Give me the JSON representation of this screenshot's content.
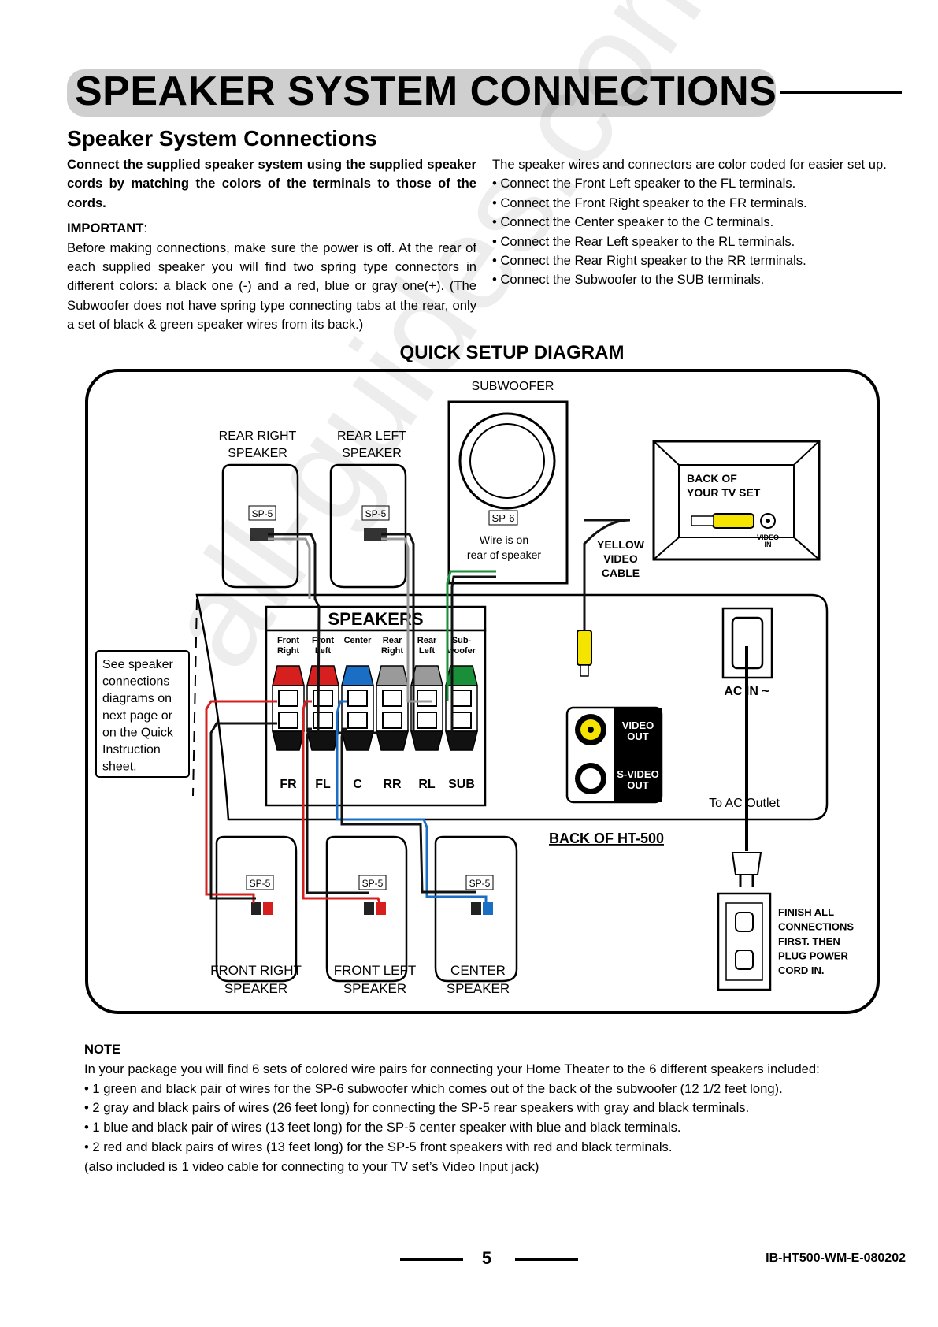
{
  "header": {
    "banner_title": "SPEAKER  SYSTEM CONNECTIONS",
    "subtitle": "Speaker  System  Connections"
  },
  "left_column": {
    "intro_bold": "Connect the supplied speaker system using the supplied speaker cords by matching the colors of the terminals to those of the cords.",
    "important_label": "IMPORTANT",
    "important_text": "Before making connections, make sure the power is off. At the rear of each supplied speaker you will find two spring type connectors in different colors: a black one (-) and a red, blue or gray one(+). (The Subwoofer does not have spring type connecting tabs at the rear, only a set of black & green speaker wires from its back.)"
  },
  "right_column": {
    "intro": "The speaker wires and connectors are color coded for easier set up.",
    "bullets": [
      "Connect the Front Left speaker to the FL terminals.",
      "Connect the Front Right speaker to the FR terminals.",
      "Connect the Center speaker to the C terminals.",
      "Connect the Rear Left speaker to the RL terminals.",
      "Connect the Rear Right speaker to the RR terminals.",
      "Connect the Subwoofer to the SUB terminals."
    ]
  },
  "diagram": {
    "title": "QUICK SETUP DIAGRAM",
    "subwoofer_label": "SUBWOOFER",
    "subwoofer_model": "SP-6",
    "subwoofer_note_1": "Wire is on",
    "subwoofer_note_2": "rear of speaker",
    "rear_right_1": "REAR RIGHT",
    "rear_right_2": "SPEAKER",
    "rear_left_1": "REAR LEFT",
    "rear_left_2": "SPEAKER",
    "speaker_model": "SP-5",
    "tv_label_1": "BACK OF",
    "tv_label_2": "YOUR TV SET",
    "video_in_1": "VIDEO",
    "video_in_2": "IN",
    "yellow_cable_1": "YELLOW",
    "yellow_cable_2": "VIDEO",
    "yellow_cable_3": "CABLE",
    "speakers_panel": "SPEAKERS",
    "terminal_headers": [
      [
        "Front",
        "Right"
      ],
      [
        "Front",
        "Left"
      ],
      [
        "Center",
        ""
      ],
      [
        "Rear",
        "Right"
      ],
      [
        "Rear",
        "Left"
      ],
      [
        "Sub-",
        "woofer"
      ]
    ],
    "terminal_codes": [
      "FR",
      "FL",
      "C",
      "RR",
      "RL",
      "SUB"
    ],
    "see_note": [
      "See speaker",
      "connections",
      "diagrams on",
      "next page or",
      "on the Quick",
      "Instruction",
      "sheet."
    ],
    "video_out_1": "VIDEO",
    "video_out_2": "OUT",
    "svideo_out_1": "S-VIDEO",
    "svideo_out_2": "OUT",
    "ac_in": "AC IN ~",
    "to_ac_outlet": "To AC Outlet",
    "back_of_unit": "BACK OF HT-500",
    "front_right_1": "FRONT RIGHT",
    "front_right_2": "SPEAKER",
    "front_left_1": "FRONT LEFT",
    "front_left_2": "SPEAKER",
    "center_1": "CENTER",
    "center_2": "SPEAKER",
    "finish_note": [
      "FINISH ALL",
      "CONNECTIONS",
      "FIRST. THEN",
      "PLUG POWER",
      "CORD IN."
    ],
    "colors": {
      "red": "#d62020",
      "blue": "#1a6fc4",
      "gray": "#9a9a9a",
      "green": "#1a8f3a",
      "yellow": "#f5e400",
      "black": "#111111"
    }
  },
  "note": {
    "heading": "NOTE",
    "intro": "In your package you will find 6 sets of colored wire pairs for connecting your Home Theater to the 6 different speakers included:",
    "bullets": [
      "1 green and black pair of wires for the SP-6 subwoofer which comes out of the back of the subwoofer (12 1/2 feet long).",
      "2 gray and black pairs of wires (26 feet long) for connecting the SP-5 rear speakers with gray and black terminals.",
      "1 blue and black pair of wires (13 feet long) for the SP-5 center speaker with blue and black terminals.",
      "2 red and black pairs of wires (13 feet long) for the SP-5 front speakers with red and black terminals."
    ],
    "closing": "(also included is 1 video cable for connecting to your TV set’s Video Input jack)"
  },
  "footer": {
    "page_number": "5",
    "doc_code": "IB-HT500-WM-E-080202"
  },
  "watermark": "all-guides.com"
}
